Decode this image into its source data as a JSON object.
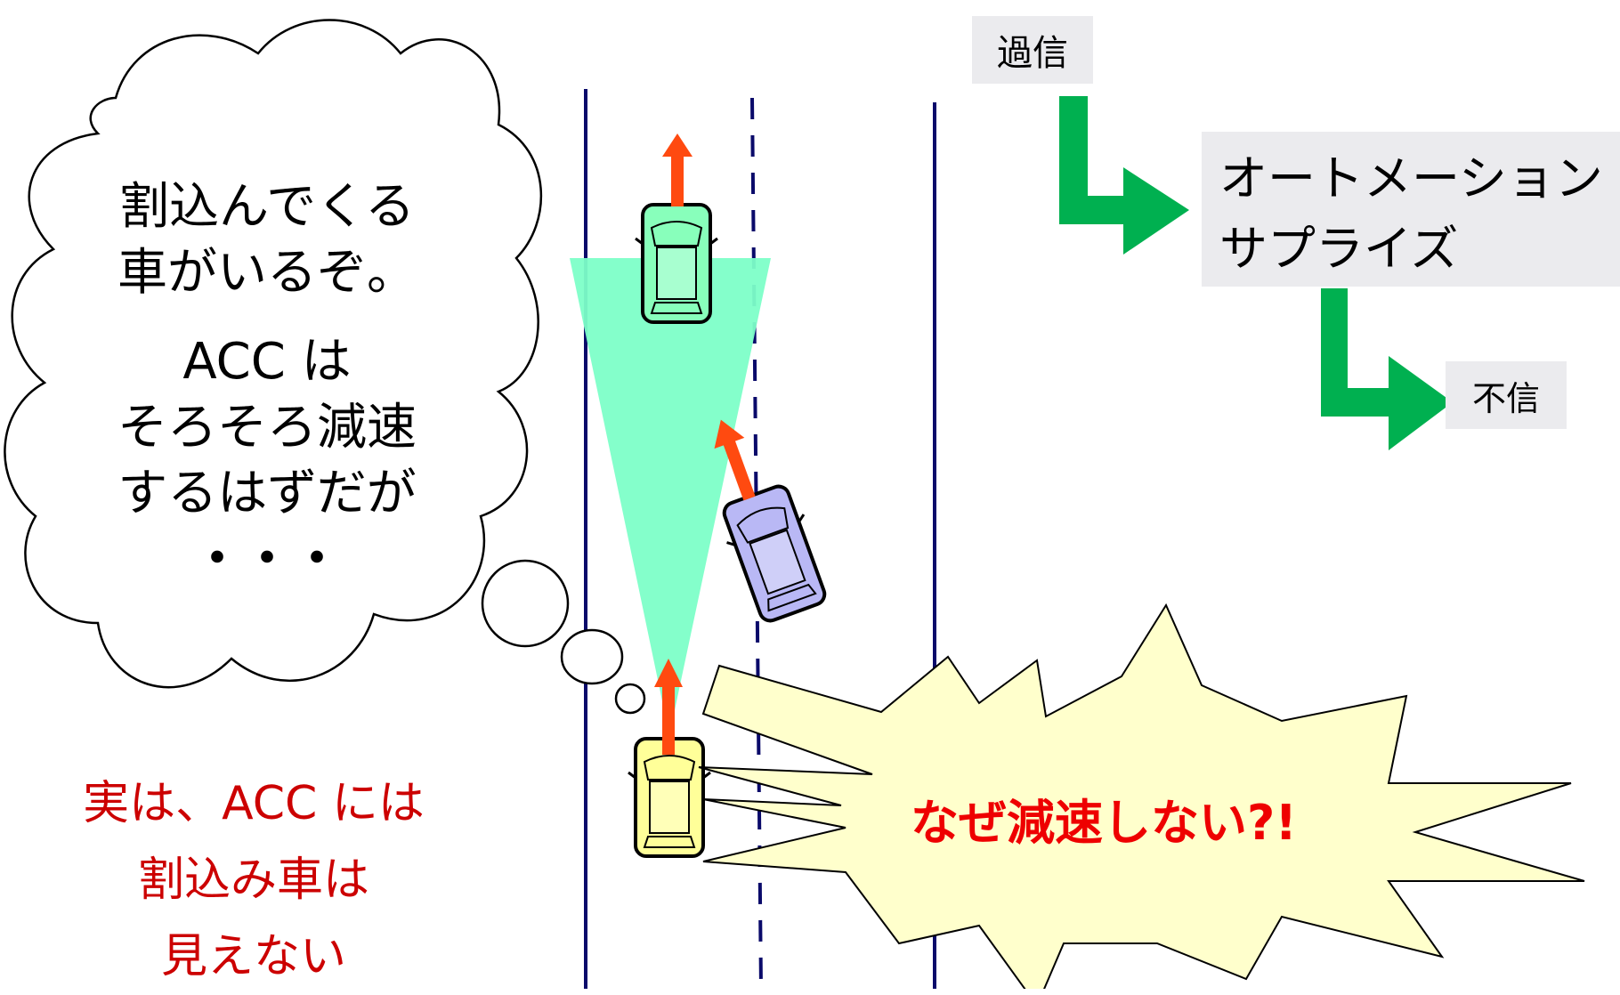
{
  "thought": {
    "line1": "割込んでくる",
    "line2": "車がいるぞ。",
    "line3": "ACC は",
    "line4": "そろそろ減速",
    "line5": "するはずだが",
    "line6": "・・・"
  },
  "truth": {
    "line1": "実は、ACC には",
    "line2": "割込み車は",
    "line3": "見えない"
  },
  "exclaim": "なぜ減速しない?!",
  "flow": {
    "step1": "過信",
    "step2_line1": "オートメーション",
    "step2_line2": "サプライズ",
    "step3": "不信"
  },
  "colors": {
    "sensor_cone": "#7dffc8",
    "arrow_motion": "#ff4a10",
    "arrow_flow": "#00b050",
    "lane_line": "#0a0a6a",
    "car_lead": "#88ffbb",
    "car_cutin": "#b9b8f5",
    "car_ego": "#ffff99",
    "burst_fill": "#ffffcc",
    "text_red": "#cc0000"
  }
}
